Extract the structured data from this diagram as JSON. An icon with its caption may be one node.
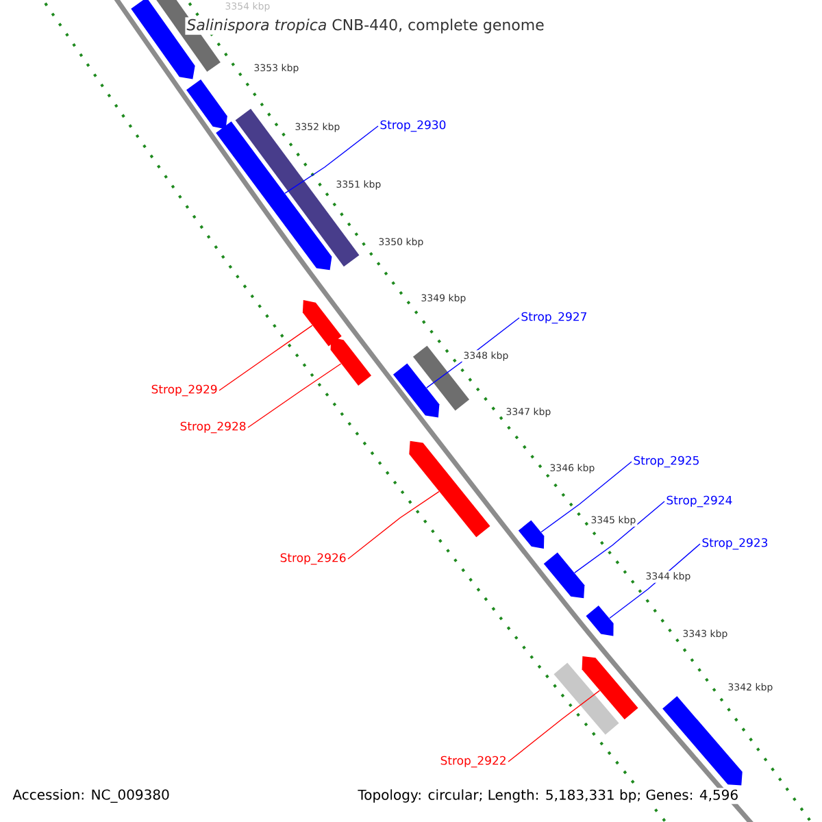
{
  "diagram": {
    "title": "*Salinispora tropica* CNB-440, complete genome",
    "nodes": [
      {
        "text": [],
        "shape": "box"
      },
      {
        "text": [],
        "shape": "pentagon"
      },
      {
        "text": [],
        "shape": "pentagon"
      },
      {
        "text": [
          "Strop_2930"
        ]
      },
      {
        "text": [],
        "shape": "box"
      },
      {
        "text": [],
        "shape": "pentagon"
      },
      {
        "text": [
          "Strop_2927"
        ]
      },
      {
        "text": [],
        "shape": "pentagon"
      },
      {
        "text": [],
        "shape": "pentagon"
      },
      {
        "text": [],
        "shape": "box"
      },
      {
        "text": [
          "Strop_2929"
        ]
      },
      {
        "text": [],
        "shape": "pentagon"
      },
      {
        "text": [
          "Strop_2928"
        ]
      },
      {
        "text": [
          "Strop_2925"
        ]
      },
      {
        "text": [],
        "shape": "pentagon"
      },
      {
        "text": [
          "Strop_2924"
        ]
      },
      {
        "text": [],
        "shape": "pentagon"
      },
      {
        "text": [
          "Strop_2923"
        ]
      },
      {
        "text": [
          "Strop_2926"
        ]
      },
      {
        "text": [],
        "shape": "pentagon"
      },
      {
        "text": [],
        "shape": "pentagon"
      },
      {
        "text": [],
        "shape": "pentagon"
      },
      {
        "text": [],
        "shape": "box"
      },
      {
        "text": [],
        "shape": "pentagon"
      },
      {
        "text": [
          "Strop_2922"
        ]
      }
    ],
    "edges": [
      {
        "from": 3,
        "to": 5,
        "arrow": "none"
      },
      {
        "from": 6,
        "to": 11,
        "arrow": "none"
      },
      {
        "from": 10,
        "to": 7,
        "arrow": "none",
        "color": "#ff0000"
      },
      {
        "from": 12,
        "to": 8,
        "arrow": "none",
        "color": "#ff0000"
      },
      {
        "from": 13,
        "to": 16,
        "arrow": "none"
      },
      {
        "from": 15,
        "to": 19,
        "arrow": "none"
      },
      {
        "from": 17,
        "to": 20,
        "arrow": "none"
      },
      {
        "from": 18,
        "to": 14,
        "arrow": "none",
        "color": "#ff0000"
      },
      {
        "from": 24,
        "to": 21,
        "arrow": "none",
        "color": "#ff0000"
      }
    ],
    "labels": [
      "3354 kbp",
      "3353 kbp",
      "3352 kbp",
      "3351 kbp",
      "3350 kbp",
      "3349 kbp",
      "3348 kbp",
      "3347 kbp",
      "3346 kbp",
      "3345 kbp",
      "3344 kbp",
      "3343 kbp",
      "3342 kbp",
      "Accession: NC_009380",
      "Topology: circular; Length: 5,183,331 bp; Genes: 4,596"
    ]
  }
}
